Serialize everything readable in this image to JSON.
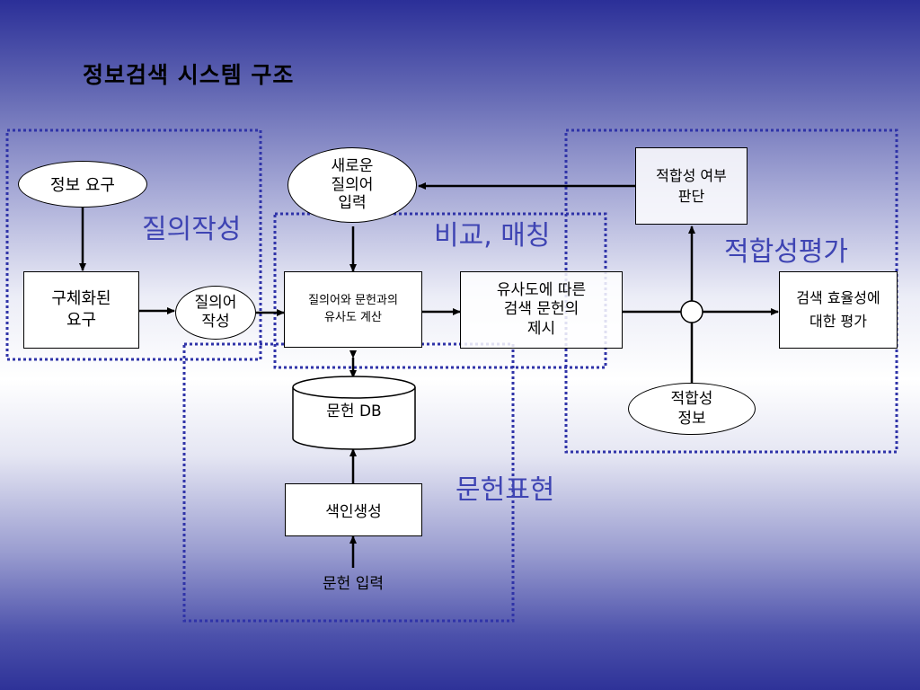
{
  "title": "정보검색 시스템 구조",
  "groups": {
    "query_formulation": "질의작성",
    "comparison_matching": "비교, 매칭",
    "document_representation": "문헌표현",
    "relevance_evaluation": "적합성평가"
  },
  "nodes": {
    "info_need": "정보 요구",
    "concrete_need": "구체화된\n요구",
    "query_writing": "질의어\n작성",
    "new_query_input": "새로운\n질의어\n입력",
    "similarity_calc": "질의어와 문헌과의\n유사도 계산",
    "ranked_docs": "유사도에 따른\n검색 문헌의\n제시",
    "relevance_judgment": "적합성 여부\n판단",
    "effectiveness_eval": "검색 효율성에\n대한 평가",
    "relevance_info": "적합성\n정보",
    "document_db": "문헌 DB",
    "index_generation": "색인생성",
    "document_input": "문헌 입력"
  },
  "colors": {
    "dotted_frame": "#2f33a8",
    "group_label": "#3e44b3",
    "line": "#000000"
  }
}
